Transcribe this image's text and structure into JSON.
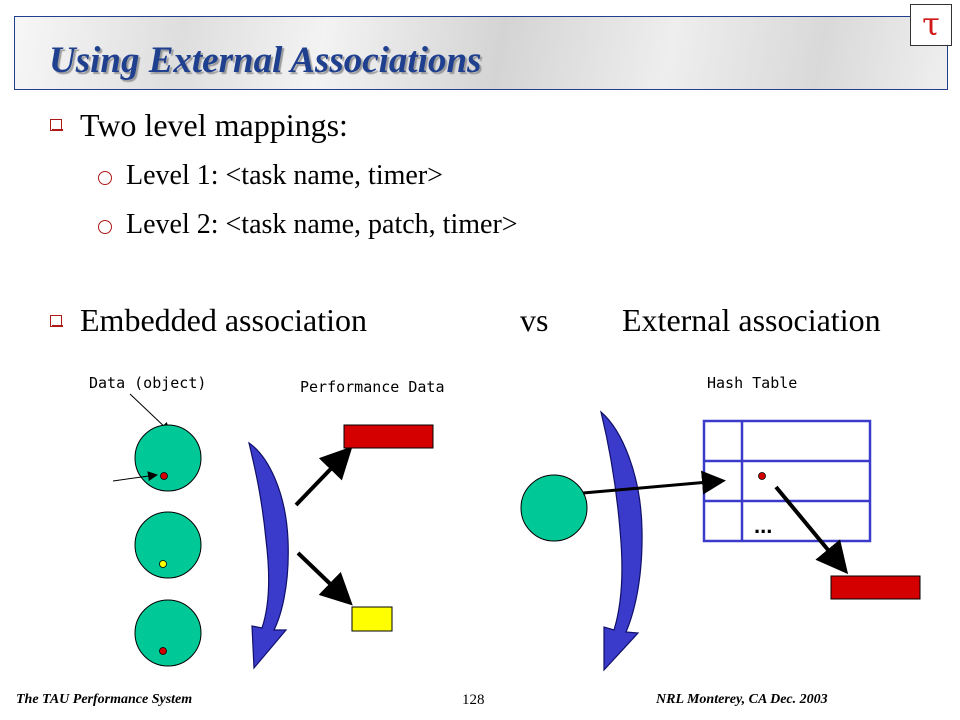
{
  "title": "Using External Associations",
  "logo_glyph": "τ",
  "bullets": {
    "two_level": "Two level mappings:",
    "level1": "Level 1: <task name, timer>",
    "level2": "Level 2: <task name, patch, timer>",
    "embedded": "Embedded association",
    "vs": "vs",
    "external": "External association"
  },
  "diagram": {
    "data_object_label": "Data (object)",
    "performance_data_label": "Performance Data",
    "hash_table_label": "Hash Table",
    "ellipsis": "..."
  },
  "footer": {
    "left": "The TAU Performance System",
    "page": "128",
    "right": "NRL Monterey, CA Dec. 2003"
  },
  "colors": {
    "title": "#1f3f8f",
    "bullet": "#b01818",
    "circle": "#00c896",
    "red_box": "#d40000",
    "yellow_box": "#ffff00",
    "arrow_blue": "#3a3acb",
    "table": "#3a3acb"
  }
}
